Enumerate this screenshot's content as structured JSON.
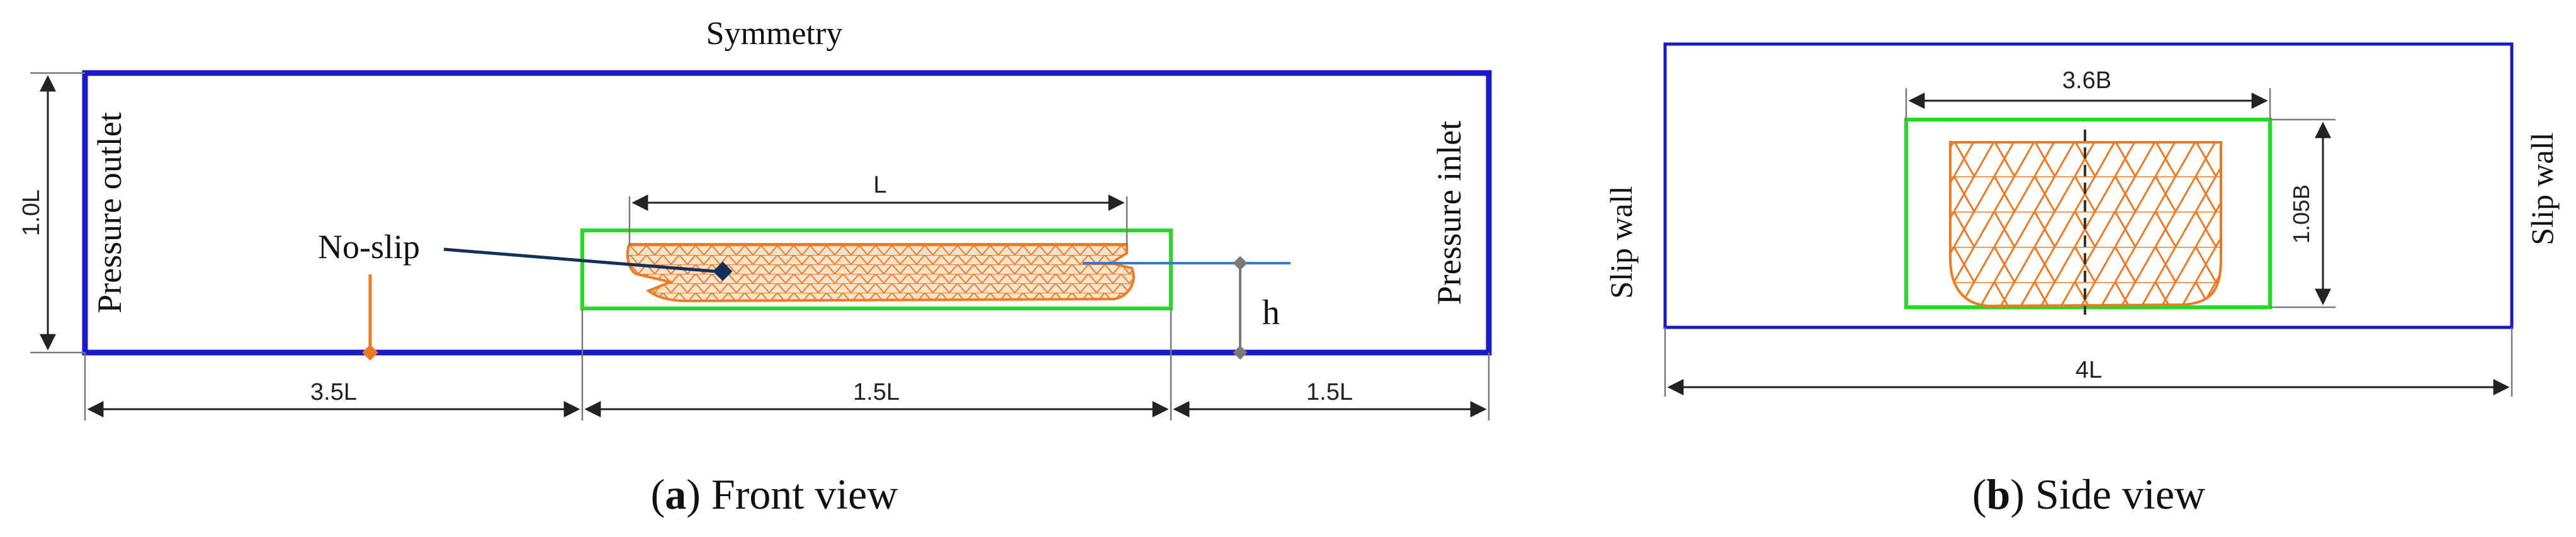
{
  "front_view": {
    "caption_letter": "a",
    "caption_text": "Front view",
    "symmetry_label": "Symmetry",
    "pressure_outlet_label": "Pressure outlet",
    "pressure_inlet_label": "Pressure inlet",
    "no_slip_label": "No-slip",
    "h_label": "h",
    "height_label": "1.0L",
    "length_label": "L",
    "dim_left_label": "3.5L",
    "dim_mid_label": "1.5L",
    "dim_right_label": "1.5L"
  },
  "side_view": {
    "caption_letter": "b",
    "caption_text": "Side view",
    "slip_wall_left_label": "Slip wall",
    "slip_wall_right_label": "Slip wall",
    "width_label": "3.6B",
    "height_label": "1.05B",
    "total_width_label": "4L"
  },
  "colors": {
    "domain": "#1a1acc",
    "refinement": "#22dd22",
    "hull": "#f07a22",
    "hull_fill": "#fde3cc",
    "waterline": "#3a78c8",
    "marker": "#7a7a7a",
    "pointer": "#132f5a"
  }
}
